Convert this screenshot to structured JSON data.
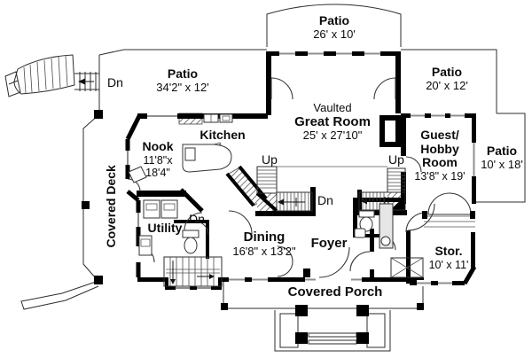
{
  "plan": {
    "patio_top_left": {
      "title": "Patio",
      "dims": "34'2\" x 12'"
    },
    "patio_top_center": {
      "title": "Patio",
      "dims": "26' x 10'"
    },
    "patio_right": {
      "title": "Patio",
      "dims": "20' x 12'"
    },
    "patio_far_right": {
      "title": "Patio",
      "dims": "10' x 18'"
    },
    "great_room": {
      "subtitle": "Vaulted",
      "title": "Great Room",
      "dims": "25' x 27'10\""
    },
    "kitchen": {
      "title": "Kitchen"
    },
    "nook": {
      "title": "Nook",
      "dims1": "11'8\"x",
      "dims2": "18'4\""
    },
    "guest_room": {
      "title1": "Guest/",
      "title2": "Hobby",
      "title3": "Room",
      "dims": "13'8\" x 19'"
    },
    "utility": {
      "title": "Utility"
    },
    "dining": {
      "title": "Dining",
      "dims": "16'8\" x 13'2\""
    },
    "foyer": {
      "title": "Foyer"
    },
    "storage": {
      "title": "Stor.",
      "dims": "10' x 11'"
    },
    "covered_deck": {
      "title": "Covered Deck"
    },
    "covered_porch": {
      "title": "Covered Porch"
    },
    "stairs": {
      "up": "Up",
      "down": "Dn"
    },
    "colors": {
      "wall": "#000000",
      "line": "#2e2e2e",
      "window": "#8f8f8f",
      "background": "#ffffff"
    }
  }
}
